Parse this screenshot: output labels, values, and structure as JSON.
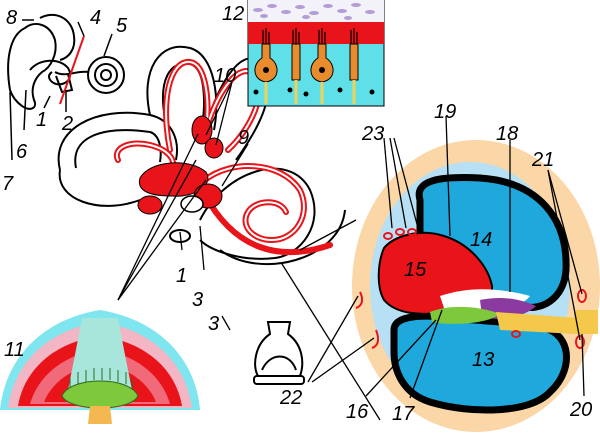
{
  "labels": {
    "l1a": "1",
    "l1b": "1",
    "l2": "2",
    "l3a": "3",
    "l3b": "3",
    "l4": "4",
    "l5": "5",
    "l6": "6",
    "l7": "7",
    "l8": "8",
    "l9": "9",
    "l10": "10",
    "l11": "11",
    "l12": "12",
    "l13": "13",
    "l14": "14",
    "l15": "15",
    "l16": "16",
    "l17": "17",
    "l18": "18",
    "l19": "19",
    "l20": "20",
    "l21": "21",
    "l22": "22",
    "l23": "23"
  },
  "colors": {
    "endolymph_red": "#e8141a",
    "perilymph_blue": "#1ea8dc",
    "wall_black": "#000000",
    "bone_peach": "#fbd7a8",
    "hair_cell_orange": "#e98c2e",
    "support_cell_cyan": "#5fe0e8",
    "cupula_aqua": "#a8e6dc",
    "crista_green": "#7ec83c"
  }
}
